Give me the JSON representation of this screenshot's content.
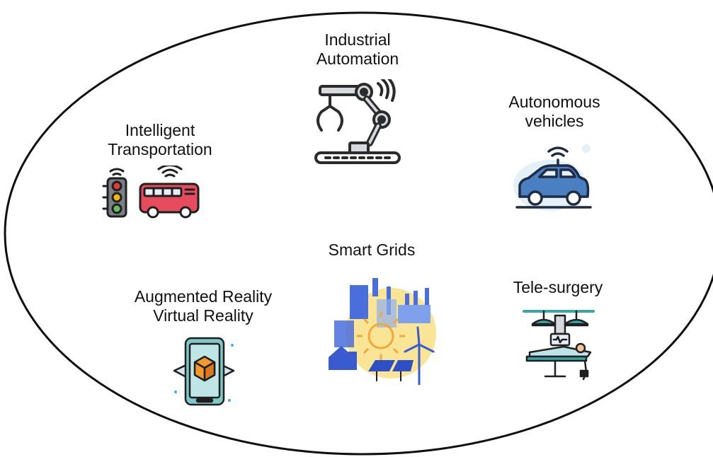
{
  "diagram": {
    "items": [
      {
        "id": "industrial-automation",
        "lines": [
          "Industrial",
          "Automation"
        ],
        "icon": "robotic-arm-icon"
      },
      {
        "id": "autonomous-vehicles",
        "lines": [
          "Autonomous",
          "vehicles"
        ],
        "icon": "connected-car-icon"
      },
      {
        "id": "intelligent-transportation",
        "lines": [
          "Intelligent",
          "Transportation"
        ],
        "icon": "traffic-light-bus-icon"
      },
      {
        "id": "smart-grids",
        "lines": [
          "Smart Grids"
        ],
        "icon": "smart-grid-icon"
      },
      {
        "id": "augmented-virtual-reality",
        "lines": [
          "Augmented Reality",
          "Virtual Reality"
        ],
        "icon": "ar-vr-phone-icon"
      },
      {
        "id": "tele-surgery",
        "lines": [
          "Tele-surgery"
        ],
        "icon": "tele-surgery-icon"
      }
    ]
  },
  "colors": {
    "outline": "#0f0f0f",
    "dark_line": "#2b2b2b",
    "robot_gray": "#d6d9de",
    "car_blue": "#4a7fc1",
    "bus_red": "#e74c5e",
    "light_red": "#e53935",
    "light_yellow": "#f5b800",
    "light_green": "#6bbf59",
    "sun_yellow": "#f6cf3f",
    "sun_orange": "#f3a73b",
    "grid_blue": "#4a6fdc",
    "cube_orange": "#f29a2e",
    "phone_teal": "#7ec8c8",
    "surgery_teal": "#3aa6a6"
  }
}
